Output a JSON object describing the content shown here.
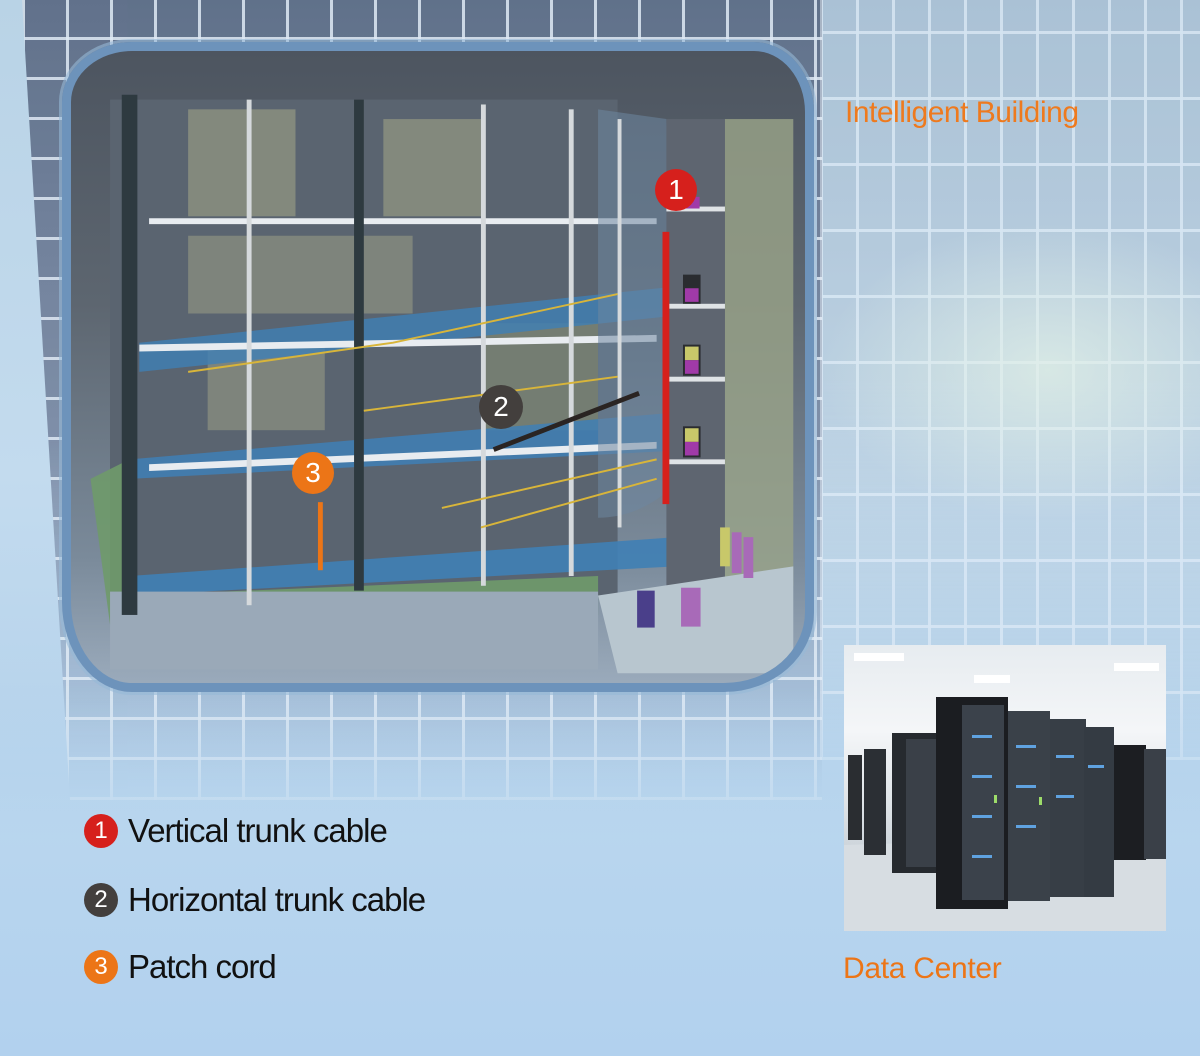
{
  "header": {
    "title": "Intelligent Building"
  },
  "diagram": {
    "markers": [
      {
        "number": "1",
        "color": "#d6201c",
        "cable": "Vertical trunk cable"
      },
      {
        "number": "2",
        "color": "#433f3d",
        "cable": "Horizontal trunk cable"
      },
      {
        "number": "3",
        "color": "#ec7517",
        "cable": "Patch cord"
      }
    ]
  },
  "legend": {
    "items": [
      {
        "number": "1",
        "label": "Vertical trunk cable",
        "color": "#d6201c"
      },
      {
        "number": "2",
        "label": "Horizontal trunk cable",
        "color": "#433f3d"
      },
      {
        "number": "3",
        "label": "Patch cord",
        "color": "#ec7517"
      }
    ]
  },
  "data_center": {
    "title": "Data Center"
  },
  "colors": {
    "accent_orange": "#ee7a1e",
    "frame_blue": "#6d93bb",
    "vertical_cable_red": "#d6201c",
    "horizontal_cable_dark": "#2a2422",
    "patch_cord_orange": "#ec7517",
    "floor_blue": "#3f7fb5",
    "rack_purple": "#a03aa8"
  }
}
